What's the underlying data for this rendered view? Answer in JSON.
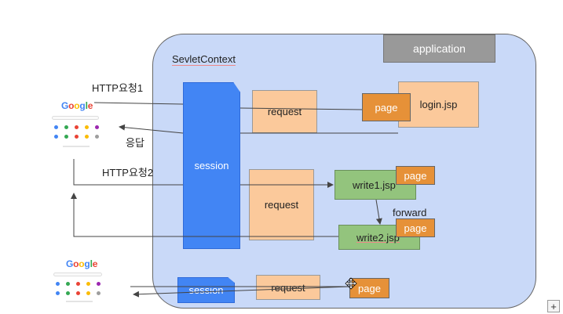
{
  "diagram": {
    "application_label": "application",
    "context_label": "SevletContext",
    "session_label": "session",
    "session_small_label": "session",
    "request1_label": "request",
    "request2_label": "request",
    "request3_label": "request",
    "login_label": "login.jsp",
    "page1_label": "page",
    "page2_label": "page",
    "page3_label": "page",
    "page4_label": "page",
    "write1_label": "write1.jsp",
    "write2_label": "write2.jsp",
    "forward_label": "forward",
    "http1_label": "HTTP요청1",
    "http2_label": "HTTP요청2",
    "response_label": "응답"
  },
  "browser": {
    "logo_text": "Google",
    "logo_colors": [
      "#4285f4",
      "#ea4335",
      "#fbbc05",
      "#4285f4",
      "#34a853",
      "#ea4335"
    ],
    "icon_colors": [
      "#4285f4",
      "#34a853",
      "#ea4335",
      "#fbbc05",
      "#9c27b0",
      "#4285f4",
      "#34a853",
      "#ea4335",
      "#fbbc05",
      "#9e9e9e"
    ]
  },
  "colors": {
    "container": "#c9d9f8",
    "session": "#4285f4",
    "request": "#fbc99b",
    "page": "#e69138",
    "jsp_green": "#93c47d",
    "application": "#999999"
  },
  "corner_button_label": "+"
}
